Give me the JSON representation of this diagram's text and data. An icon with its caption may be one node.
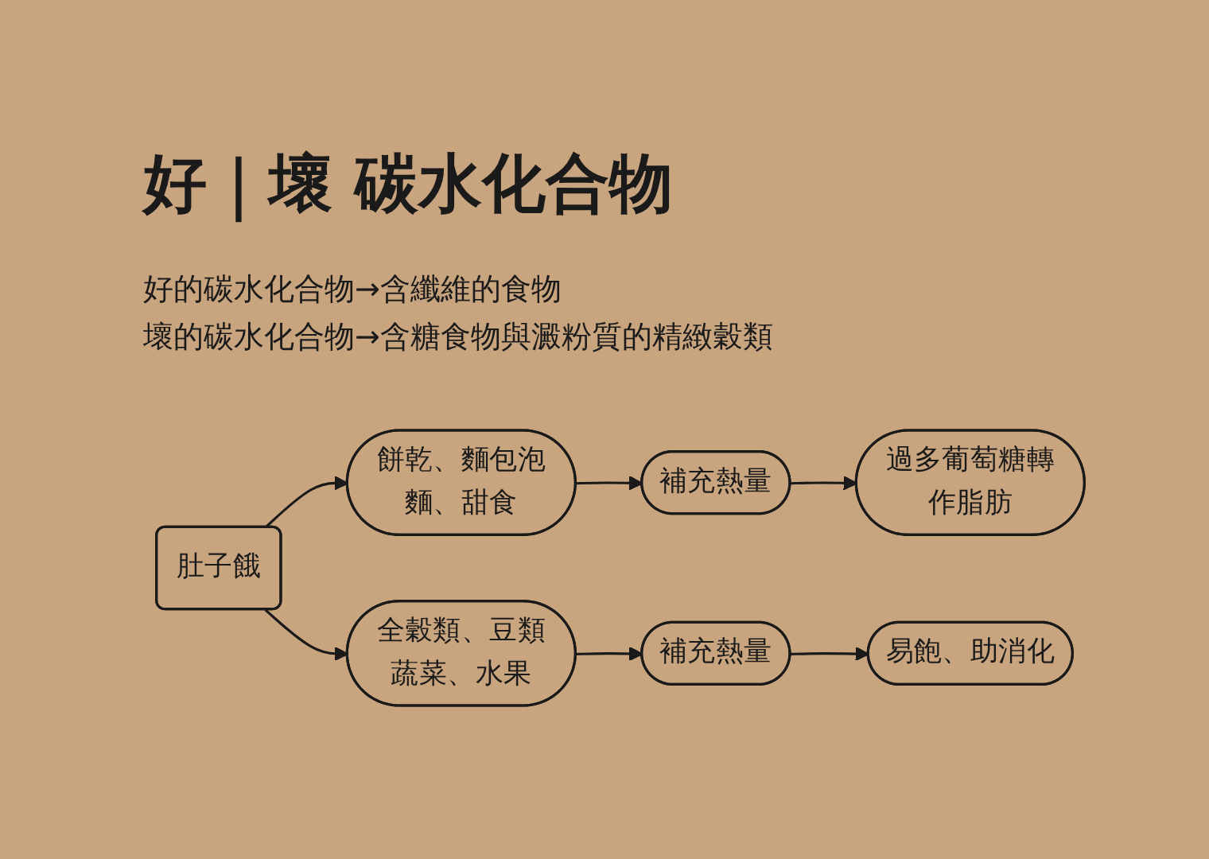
{
  "diagram": {
    "title": "好｜壞 碳水化合物",
    "nodes": [
      {
        "text": [
          "肚子餓"
        ]
      },
      {
        "text": [
          "餅乾、麵包泡麵、甜食"
        ]
      },
      {
        "text": [
          "補充熱量"
        ]
      },
      {
        "text": [
          "過多葡萄糖轉作脂肪"
        ]
      },
      {
        "text": [
          "全穀類、豆類蔬菜、水果"
        ]
      },
      {
        "text": [
          "補充熱量"
        ]
      },
      {
        "text": [
          "易飽、助消化"
        ]
      }
    ],
    "edges": [
      {
        "from": 0,
        "to": 1,
        "arrow": "to"
      },
      {
        "from": 1,
        "to": 2,
        "arrow": "to"
      },
      {
        "from": 2,
        "to": 3,
        "arrow": "to"
      },
      {
        "from": 0,
        "to": 4,
        "arrow": "to"
      },
      {
        "from": 4,
        "to": 5,
        "arrow": "to"
      },
      {
        "from": 5,
        "to": 6,
        "arrow": "to"
      }
    ],
    "labels": [
      "好的碳水化合物→含纖維的食物",
      "壞的碳水化合物→含糖食物與澱粉質的精緻穀類"
    ]
  }
}
